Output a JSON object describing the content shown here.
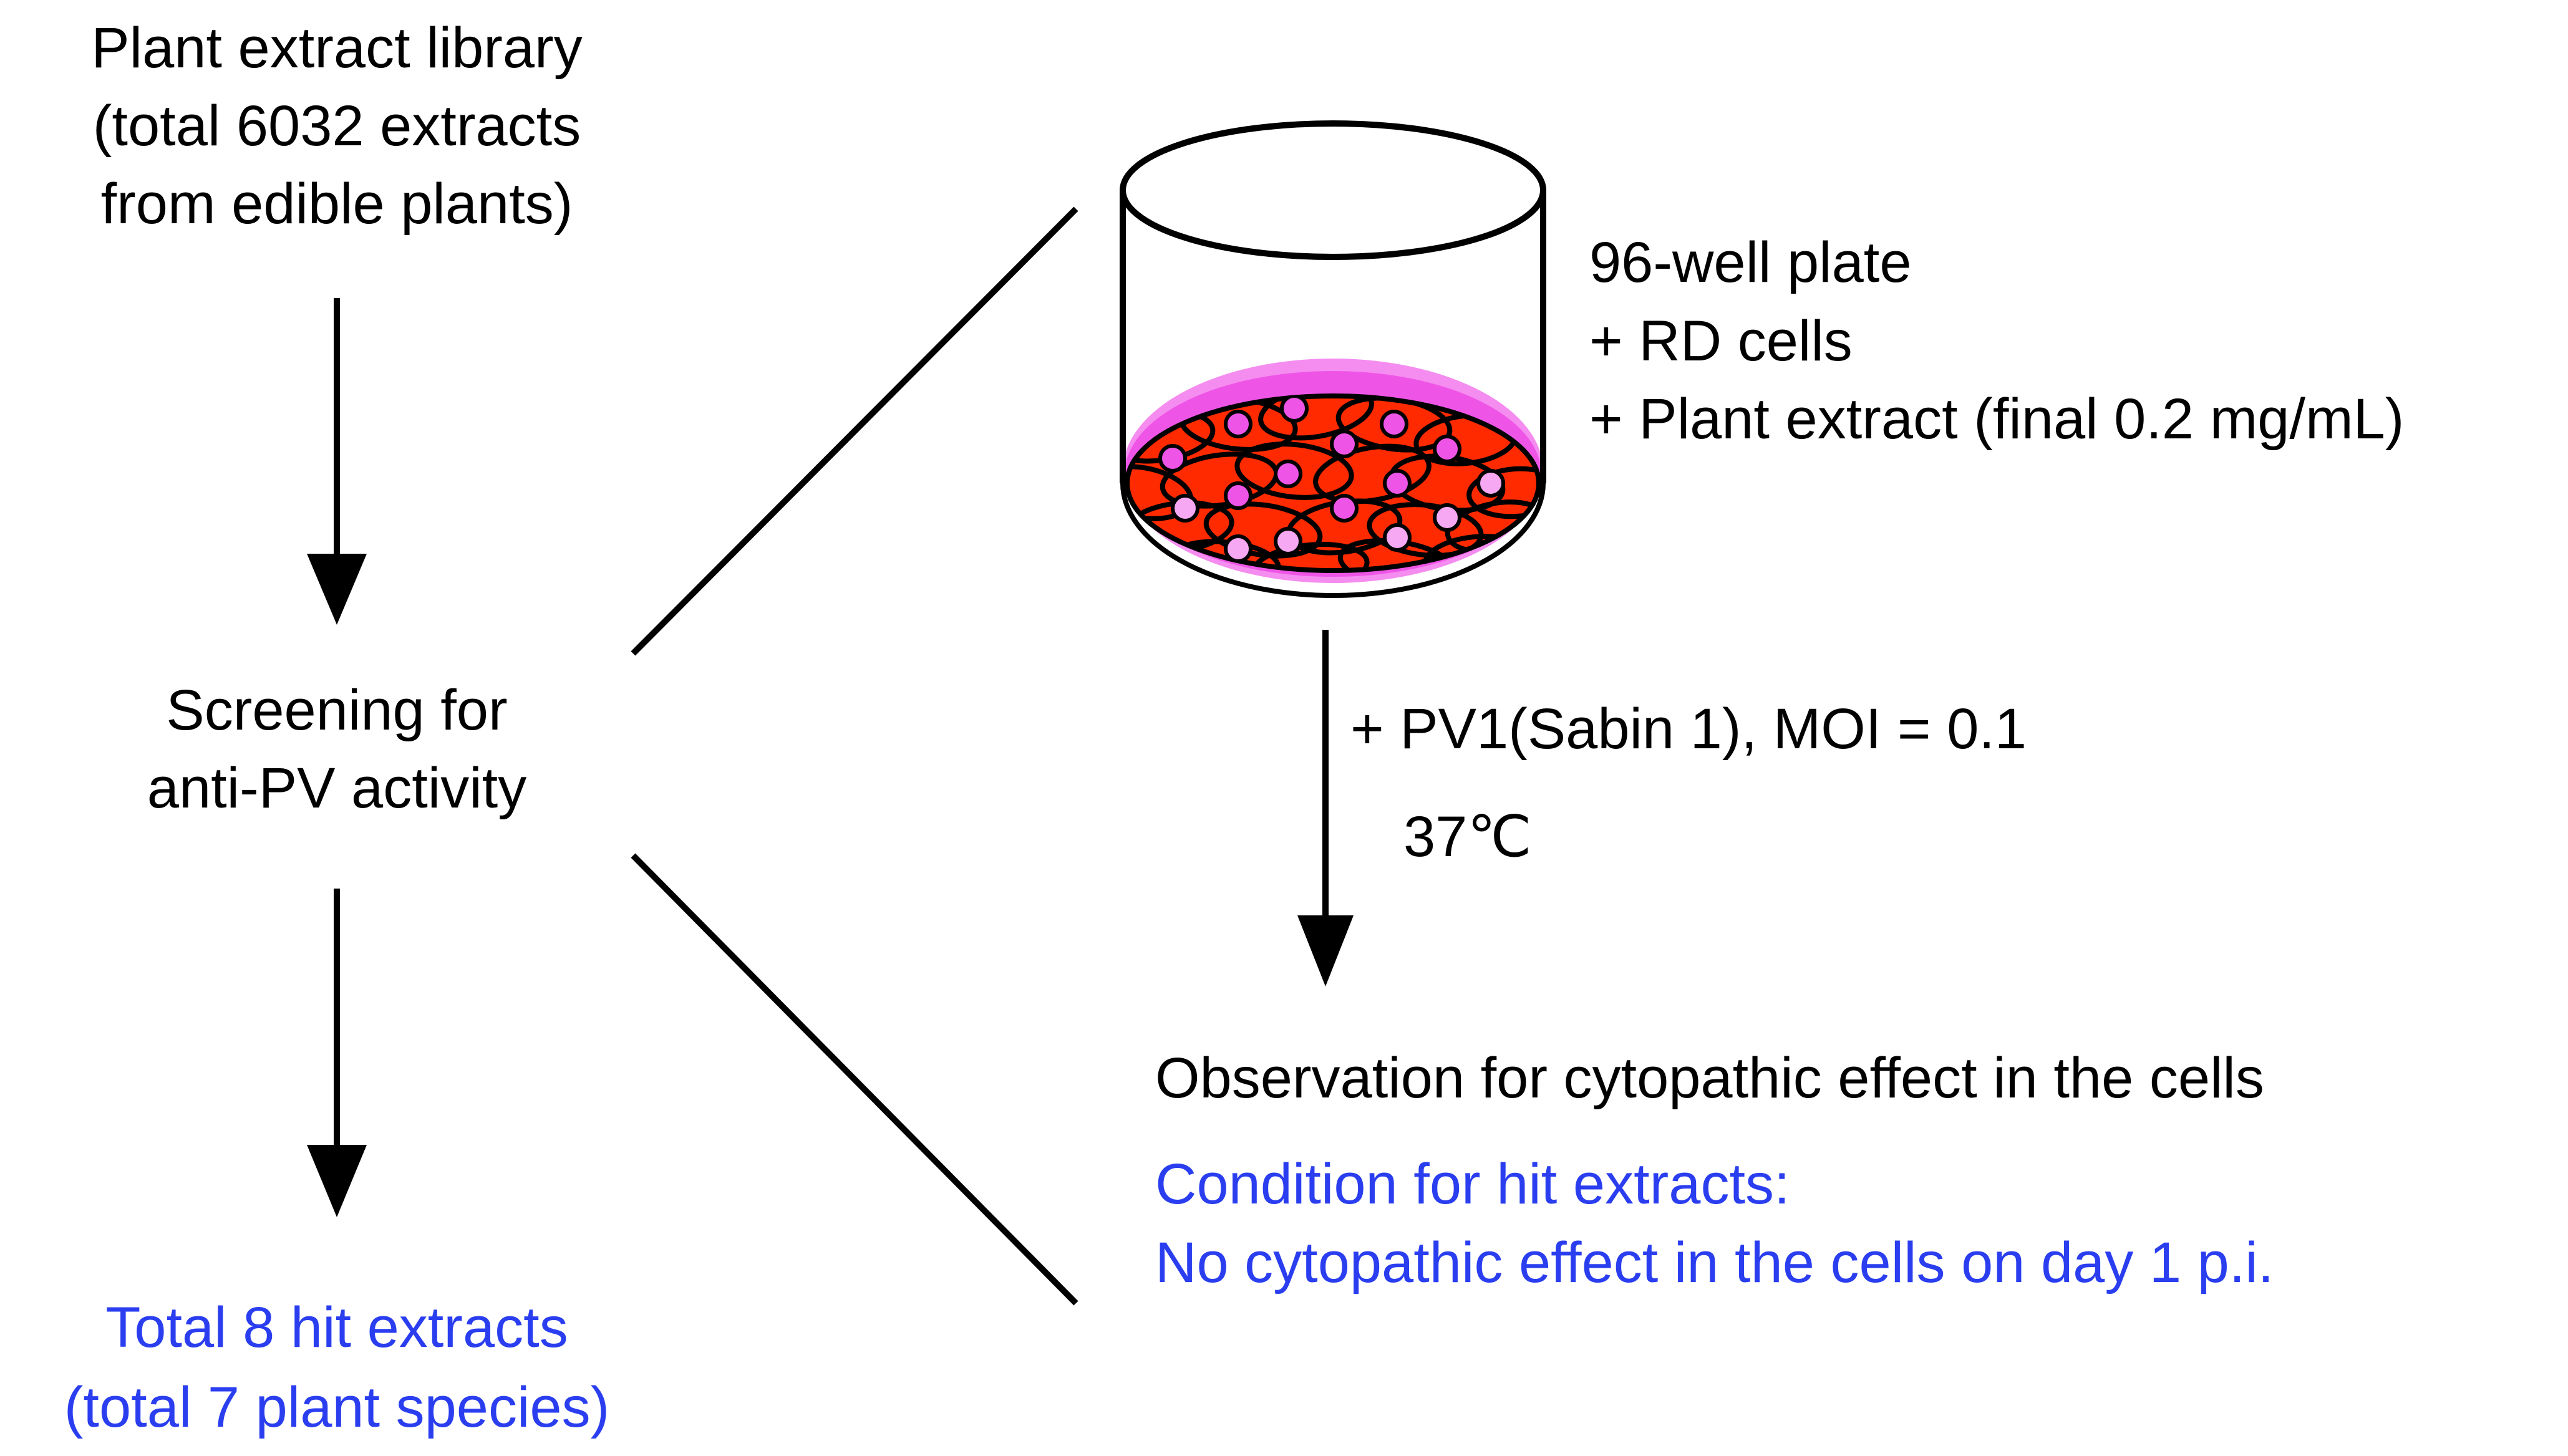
{
  "colors": {
    "text": "#000000",
    "highlight_text": "#2a3ef0",
    "dish_medium_light": "#f58cf0",
    "dish_medium": "#ee55e6",
    "cell_layer": "#ff2a00",
    "cell_nucleus": "#ee55e6",
    "cell_nucleus_light": "#f6a8f2"
  },
  "icons": [
    "culture-dish-icon"
  ],
  "library": {
    "line1": "Plant extract library",
    "line2": "(total 6032 extracts",
    "line3": "from edible plants)"
  },
  "screening": {
    "line1": "Screening  for",
    "line2": "anti-PV activity"
  },
  "result": {
    "line1": "Total 8 hit extracts",
    "line2": "(total 7 plant species)"
  },
  "plate": {
    "line1": "96-well plate",
    "line2": "+ RD cells",
    "line3": "+ Plant extract (final 0.2 mg/mL)"
  },
  "infection": {
    "line1": "+ PV1(Sabin 1), MOI = 0.1",
    "line2": "37℃"
  },
  "observation": {
    "text": "Observation for cytopathic effect in the cells"
  },
  "condition": {
    "line1": "Condition for hit extracts:",
    "line2": "No cytopathic effect in the cells on day 1 p.i."
  }
}
